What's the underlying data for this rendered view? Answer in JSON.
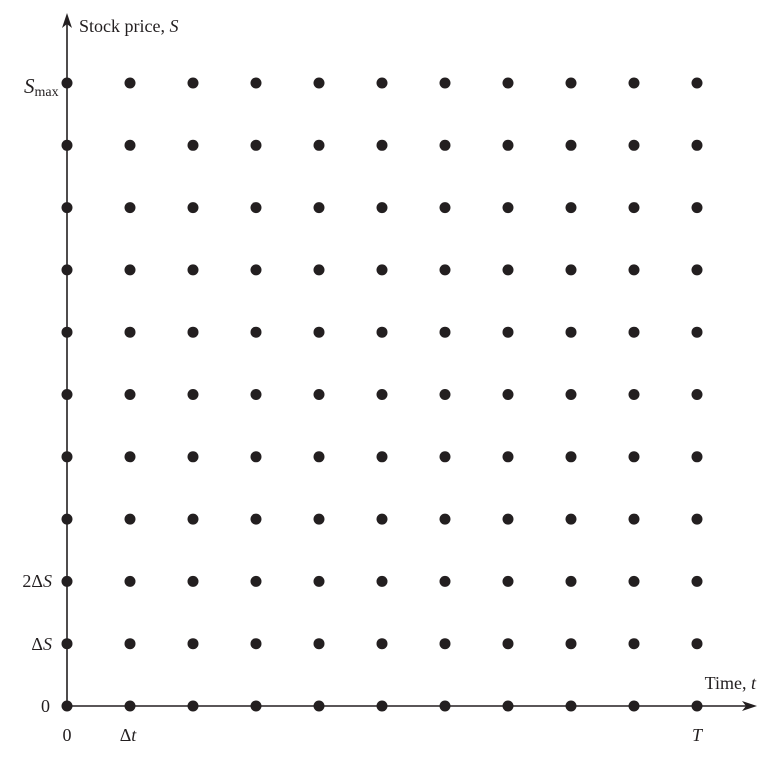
{
  "figure": {
    "y_axis_label": {
      "text": "Stock price, ",
      "var": "S"
    },
    "x_axis_label": {
      "text": "Time, ",
      "var": "t"
    },
    "y_ticks": {
      "smax": {
        "var": "S",
        "sub": "max"
      },
      "two_ds": {
        "coef": "2",
        "delta": "Δ",
        "var": "S"
      },
      "ds": {
        "delta": "Δ",
        "var": "S"
      },
      "zero": "0"
    },
    "x_ticks": {
      "zero": "0",
      "dt": {
        "delta": "Δ",
        "var": "t"
      },
      "T": "T"
    }
  },
  "grid": {
    "time_steps": 11,
    "price_levels": 11
  },
  "colors": {
    "ink": "#231f20",
    "background": "#ffffff"
  }
}
